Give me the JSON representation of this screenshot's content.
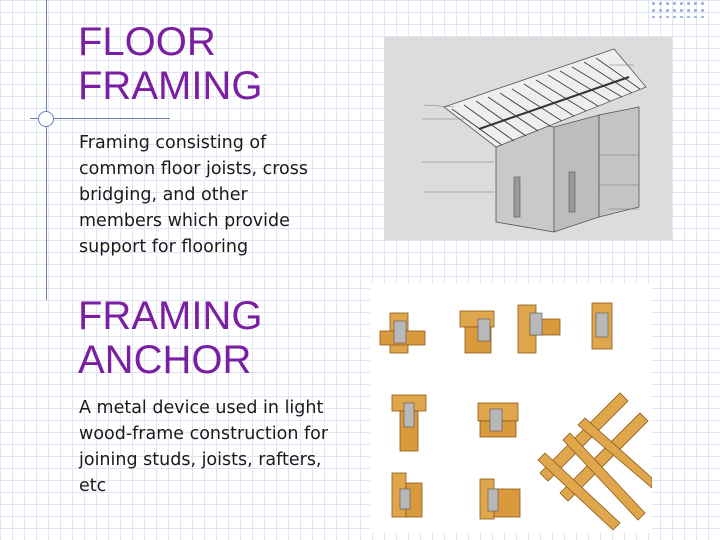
{
  "slide": {
    "heading1": [
      "FLOOR",
      "FRAMING"
    ],
    "text1": [
      "Framing consisting of",
      "common floor joists, cross",
      "bridging, and other",
      "members which provide",
      "support for flooring"
    ],
    "heading2": [
      "FRAMING",
      "ANCHOR"
    ],
    "text2": [
      "A metal device used in light",
      "wood-frame construction for",
      "joining studs, joists, rafters,",
      "etc"
    ]
  },
  "colors": {
    "heading": "#7a1fa2",
    "text": "#1a1a1a",
    "grid": "#dfe5f2",
    "accent_line": "#6b7fb8"
  },
  "images": {
    "floor_framing_diagram": "illustration-floor-framing",
    "framing_anchor_diagram": "illustration-framing-anchors"
  }
}
